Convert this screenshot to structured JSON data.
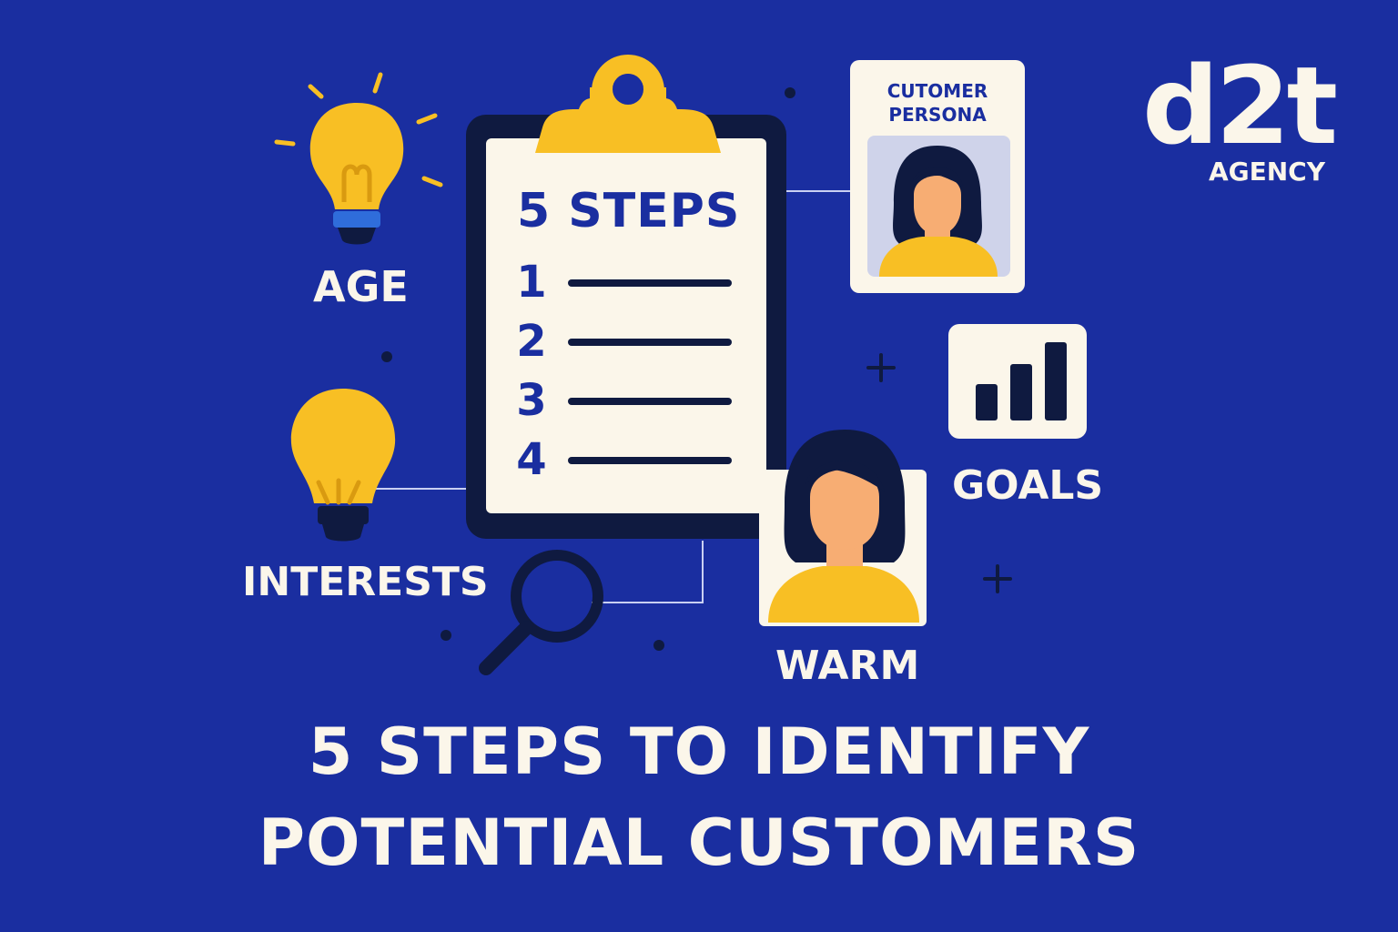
{
  "clipboard": {
    "title": "5 STEPS",
    "steps": [
      "1",
      "2",
      "3",
      "4"
    ]
  },
  "labels": {
    "age": "AGE",
    "interests": "INTERESTS",
    "goals": "GOALS",
    "warm": "WARM"
  },
  "persona_card": {
    "title_line1": "CUTOMER",
    "title_line2": "PERSONA"
  },
  "logo": {
    "main": "d2t",
    "sub": "AGENCY"
  },
  "headline": {
    "line1": "5 STEPS TO IDENTIFY",
    "line2": "POTENTIAL CUSTOMERS"
  },
  "icons": [
    "lightbulb-icon",
    "lightbulb-icon",
    "clipboard-icon",
    "person-icon",
    "bar-chart-icon",
    "magnifier-icon",
    "plus-icon"
  ],
  "colors": {
    "background": "#1a2ea0",
    "accent_yellow": "#f8bf24",
    "navy": "#0f1a40",
    "cream": "#fbf6ea",
    "skin": "#f7ad73"
  }
}
